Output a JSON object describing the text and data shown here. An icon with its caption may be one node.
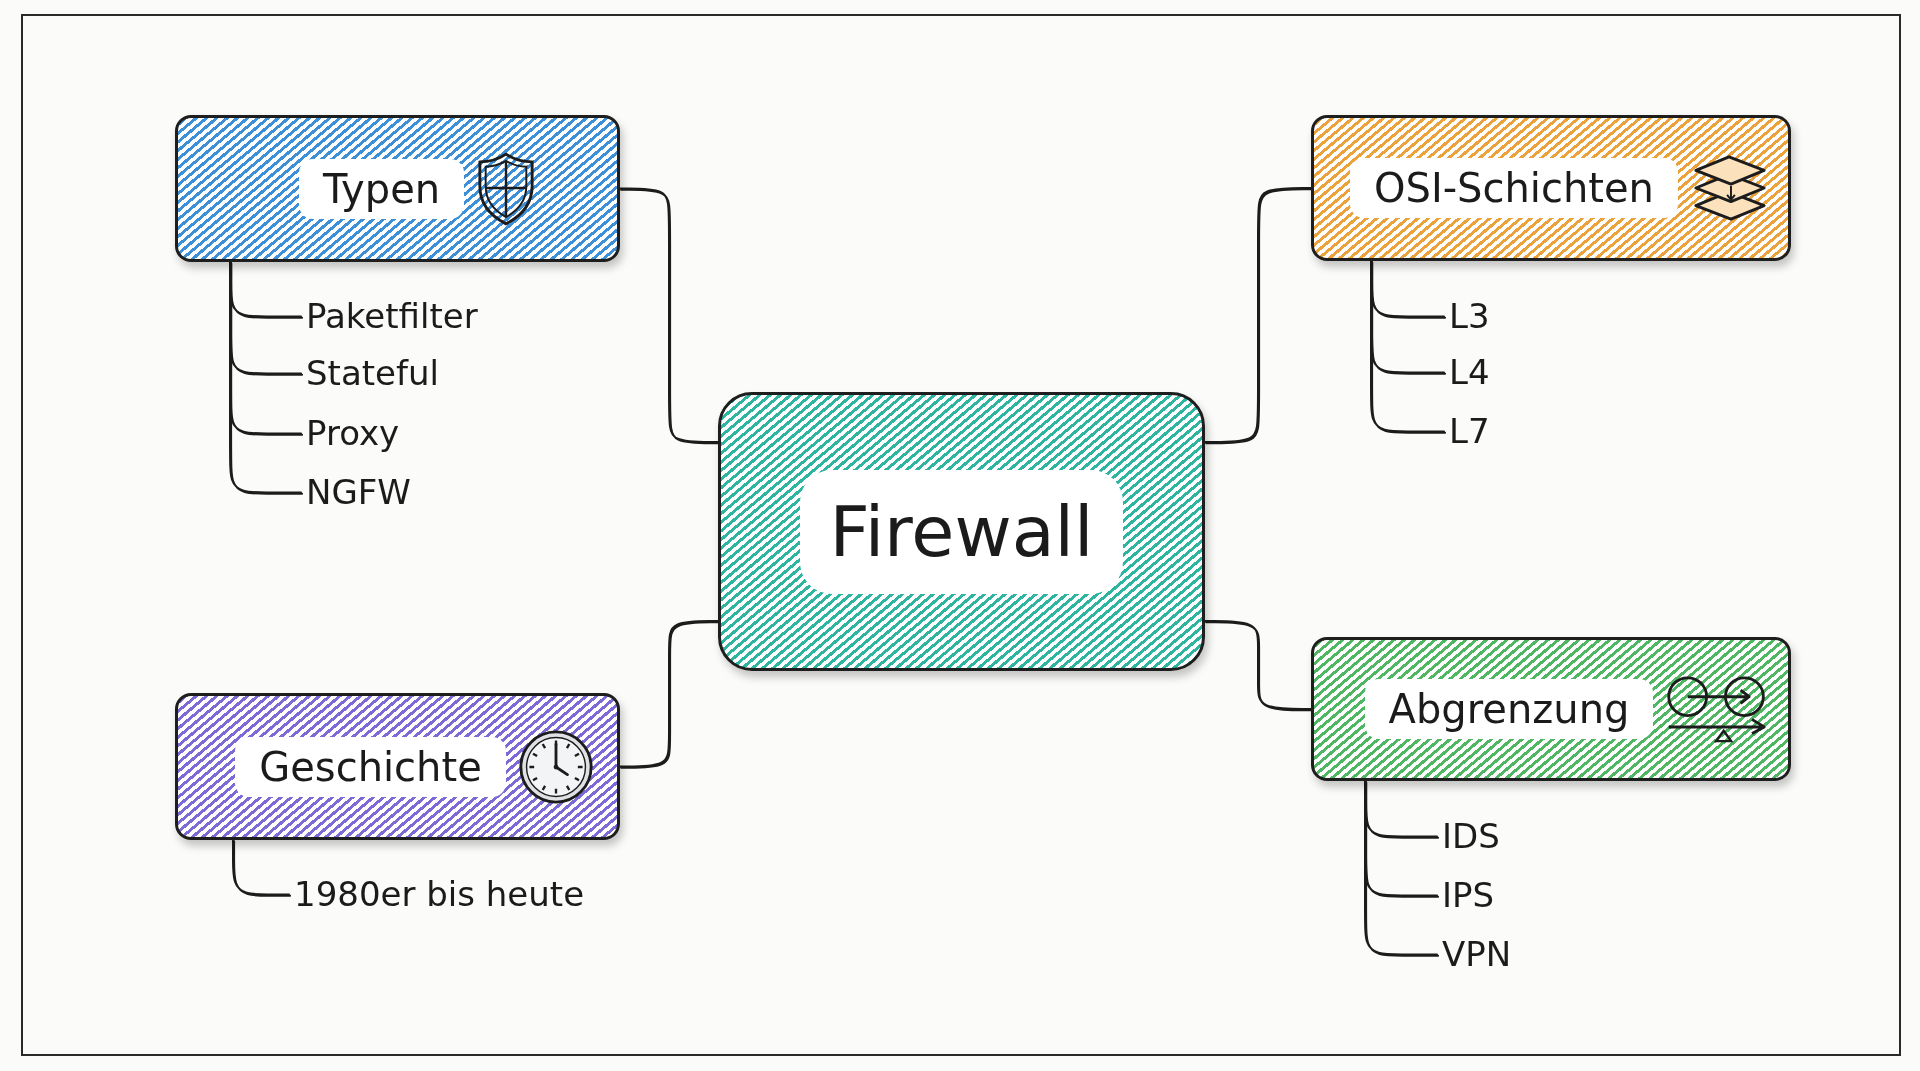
{
  "diagram": {
    "nodes": [
      {
        "text": [
          "Firewall"
        ]
      },
      {
        "text": [
          "Typen"
        ]
      },
      {
        "text": [
          "Paketfilter"
        ]
      },
      {
        "text": [
          "Stateful"
        ]
      },
      {
        "text": [
          "Proxy"
        ]
      },
      {
        "text": [
          "NGFW"
        ]
      },
      {
        "text": [
          "OSI-Schichten"
        ]
      },
      {
        "text": [
          "L3"
        ]
      },
      {
        "text": [
          "L4"
        ]
      },
      {
        "text": [
          "L7"
        ]
      },
      {
        "text": [
          "Geschichte"
        ]
      },
      {
        "text": [
          "1980er bis heute"
        ]
      },
      {
        "text": [
          "Abgrenzung"
        ]
      },
      {
        "text": [
          "IDS"
        ]
      },
      {
        "text": [
          "IPS"
        ]
      },
      {
        "text": [
          "VPN"
        ]
      }
    ],
    "edges": [
      {
        "from": 0,
        "to": 1,
        "arrow": "none"
      },
      {
        "from": 0,
        "to": 6,
        "arrow": "none"
      },
      {
        "from": 0,
        "to": 10,
        "arrow": "none"
      },
      {
        "from": 0,
        "to": 12,
        "arrow": "none"
      },
      {
        "from": 1,
        "to": 2,
        "arrow": "none"
      },
      {
        "from": 1,
        "to": 3,
        "arrow": "none"
      },
      {
        "from": 1,
        "to": 4,
        "arrow": "none"
      },
      {
        "from": 1,
        "to": 5,
        "arrow": "none"
      },
      {
        "from": 6,
        "to": 7,
        "arrow": "none"
      },
      {
        "from": 6,
        "to": 8,
        "arrow": "none"
      },
      {
        "from": 6,
        "to": 9,
        "arrow": "none"
      },
      {
        "from": 10,
        "to": 11,
        "arrow": "none"
      },
      {
        "from": 12,
        "to": 13,
        "arrow": "none"
      },
      {
        "from": 12,
        "to": 14,
        "arrow": "none"
      },
      {
        "from": 12,
        "to": 15,
        "arrow": "none"
      }
    ]
  }
}
